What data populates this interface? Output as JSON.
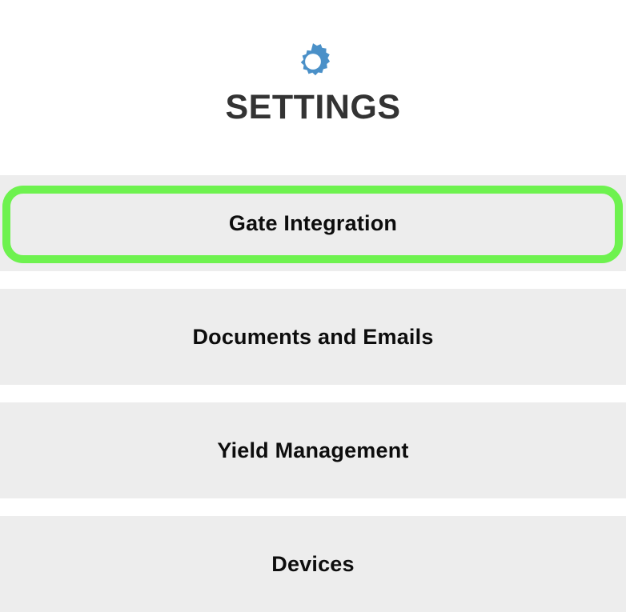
{
  "header": {
    "icon": "gear-icon",
    "icon_color": "#4a90c8",
    "title": "SETTINGS"
  },
  "colors": {
    "page_background": "#ffffff",
    "row_background": "#ededed",
    "row_text": "#0d0d0d",
    "title_text": "#333333",
    "highlight_green": "#6ef24f",
    "gear_blue": "#4a90c8"
  },
  "menu": {
    "items": [
      {
        "label": "Gate Integration",
        "selected": true
      },
      {
        "label": "Documents and Emails",
        "selected": false
      },
      {
        "label": "Yield Management",
        "selected": false
      },
      {
        "label": "Devices",
        "selected": false
      }
    ]
  }
}
